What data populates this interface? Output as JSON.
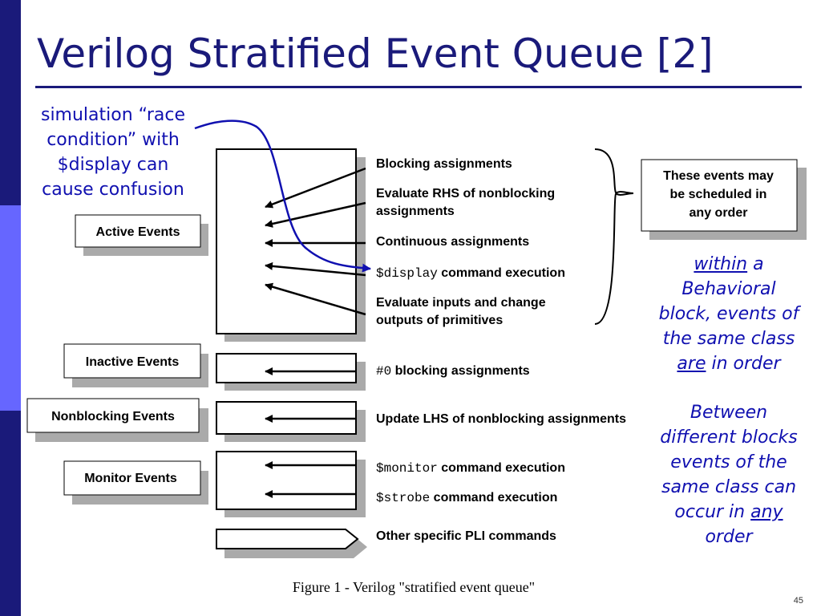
{
  "title": "Verilog Stratified Event Queue [2]",
  "left_note": [
    "simulation “race",
    "condition” with",
    "$display can",
    "cause confusion"
  ],
  "right_note_1": {
    "line1_u": "within",
    "line1_rest": " a",
    "line2": "Behavioral",
    "line3": "block, events of",
    "line4": "the same class",
    "line5_u": "are",
    "line5_rest": " in order"
  },
  "right_note_2": {
    "line1": "Between",
    "line2": "different blocks",
    "line3": "events of the",
    "line4": "same class can",
    "line5_pre": "occur in ",
    "line5_u": "any",
    "line6": "order"
  },
  "figure": {
    "queues": {
      "active": "Active Events",
      "inactive": "Inactive Events",
      "nonblocking": "Nonblocking Events",
      "monitor": "Monitor Events"
    },
    "items": {
      "blocking": "Blocking assignments",
      "eval_rhs_1": "Evaluate RHS of nonblocking",
      "eval_rhs_2": "assignments",
      "continuous": "Continuous assignments",
      "display_code": "$display",
      "display_rest": " command execution",
      "eval_inputs_1": "Evaluate inputs and change",
      "eval_inputs_2": "outputs of primitives",
      "hash0_code": "#0",
      "hash0_rest": " blocking assignments",
      "update_lhs": "Update LHS of nonblocking assignments",
      "monitor_code": "$monitor",
      "monitor_rest": " command execution",
      "strobe_code": "$strobe",
      "strobe_rest": " command execution",
      "pli": "Other specific PLI commands"
    },
    "callout": [
      "These events may",
      "be scheduled in",
      "any order"
    ],
    "caption": "Figure 1 - Verilog \"stratified event queue\""
  },
  "slide_number": "45",
  "colors": {
    "title": "#1a1a7a",
    "note": "#1010b0",
    "strip_dark": "#1a1a7a",
    "strip_light": "#6666ff"
  }
}
